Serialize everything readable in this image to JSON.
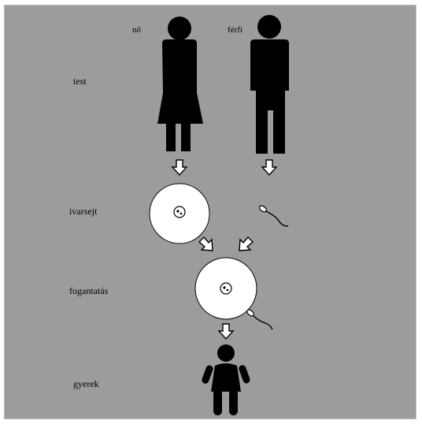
{
  "columns": {
    "female": "nő",
    "male": "férfi"
  },
  "rows": {
    "body": "test",
    "gamete": "ivarsejt",
    "conception": "fogantatás",
    "child": "gyerek"
  },
  "colors": {
    "background": "#9c9c9c",
    "figure": "#000000",
    "cell": "#ffffff"
  }
}
